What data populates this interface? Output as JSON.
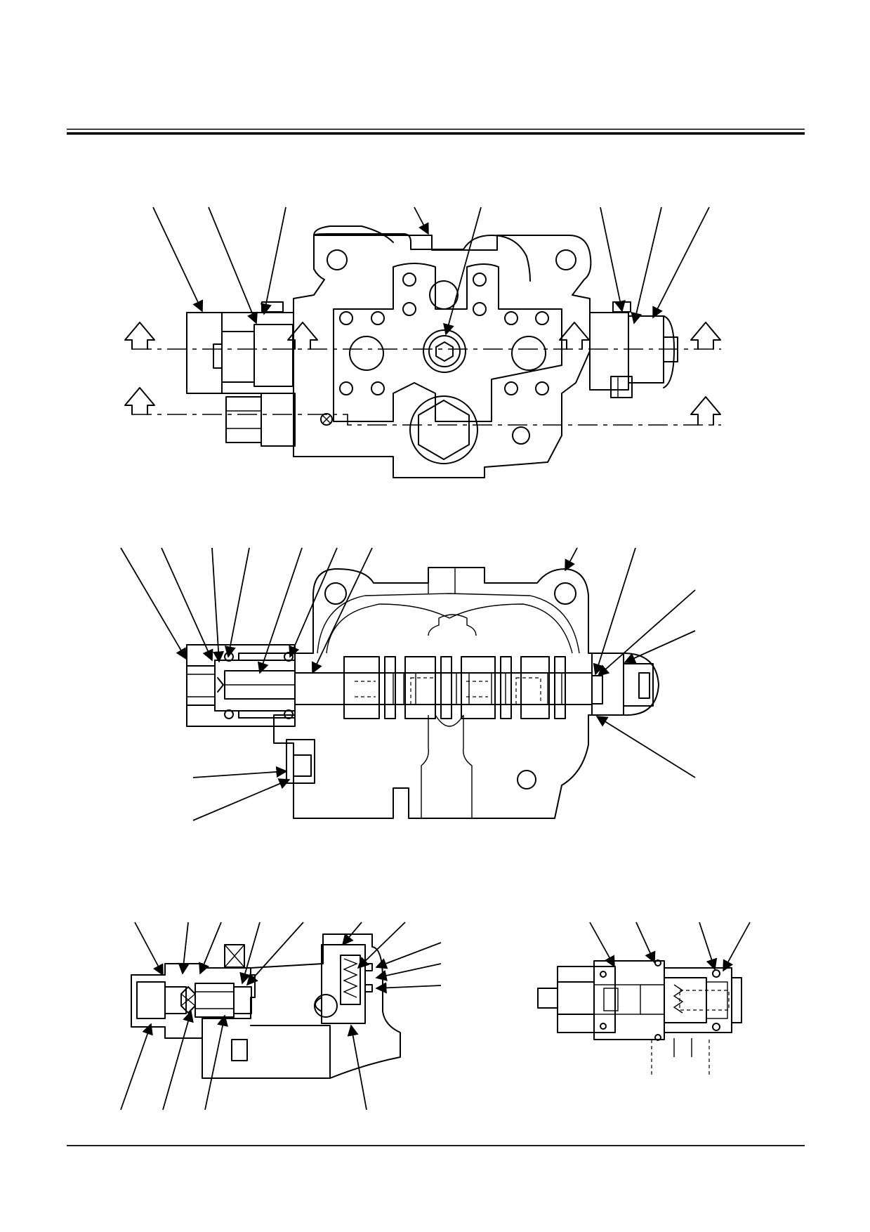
{
  "page": {
    "header_rule": "double-line",
    "footer_rule": "single-line"
  },
  "figures": [
    {
      "id": "top-view",
      "kind": "external view of control valve with section arrows"
    },
    {
      "id": "section-view",
      "kind": "sectional view through spool"
    },
    {
      "id": "relief-valve-view",
      "kind": "sectional view of check/relief valve assembly"
    },
    {
      "id": "detail-view",
      "kind": "sectional view of relief cartridge"
    }
  ],
  "colors": {
    "ink": "#000000",
    "paper": "#ffffff"
  }
}
